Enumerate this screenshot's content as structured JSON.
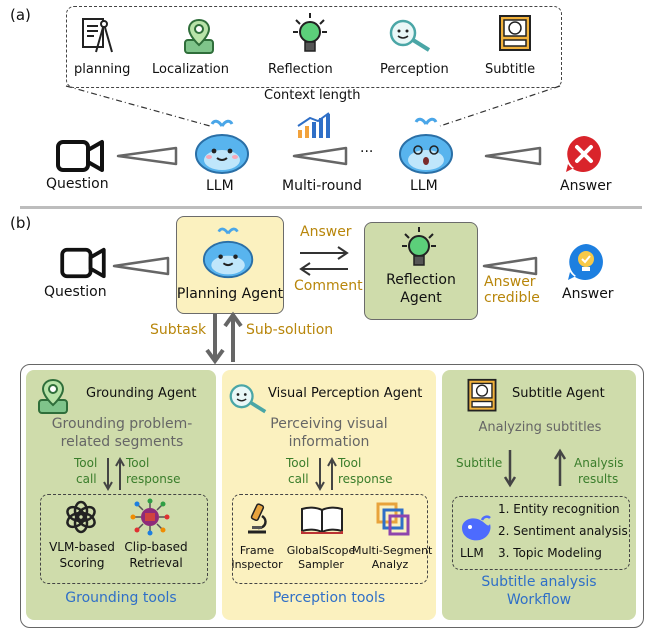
{
  "panel_a": {
    "label": "(a)",
    "tools": [
      "planning",
      "Localization",
      "Reflection",
      "Perception",
      "Subtitle"
    ],
    "context_length": "Context length",
    "question": "Question",
    "llm1": "LLM",
    "multi_round": "Multi-round",
    "ellipsis": "...",
    "llm2": "LLM",
    "answer": "Answer"
  },
  "panel_b": {
    "label": "(b)",
    "question": "Question",
    "planning_agent": "Planning Agent",
    "answer_edge": "Answer",
    "comment_edge": "Comment",
    "reflection_agent_line1": "Reflection",
    "reflection_agent_line2": "Agent",
    "answer_credible_line1": "Answer",
    "answer_credible_line2": "credible",
    "answer": "Answer",
    "subtask": "Subtask",
    "sub_solution": "Sub-solution",
    "grounding": {
      "title": "Grounding Agent",
      "desc_line1": "Grounding problem-",
      "desc_line2": "related segments",
      "tool_call_1": "Tool",
      "tool_call_2": "call",
      "tool_resp_1": "Tool",
      "tool_resp_2": "response",
      "tool1_line1": "VLM-based",
      "tool1_line2": "Scoring",
      "tool2_line1": "Clip-based",
      "tool2_line2": "Retrieval",
      "footer": "Grounding tools"
    },
    "perception": {
      "title": "Visual Perception Agent",
      "desc_line1": "Perceiving visual",
      "desc_line2": "information",
      "tool_call_1": "Tool",
      "tool_call_2": "call",
      "tool_resp_1": "Tool",
      "tool_resp_2": "response",
      "tool1_line1": "Frame",
      "tool1_line2": "Inspector",
      "tool2_line1": "GlobalScope",
      "tool2_line2": "Sampler",
      "tool3_line1": "Multi-Segment",
      "tool3_line2": "Analyz",
      "footer": "Perception tools"
    },
    "subtitle": {
      "title": "Subtitle Agent",
      "desc": "Analyzing subtitles",
      "subtitle_edge": "Subtitle",
      "analysis_1": "Analysis",
      "analysis_2": "results",
      "steps": [
        "1. Entity recognition",
        "2. Sentiment analysis",
        "3. Topic Modeling"
      ],
      "llm": "LLM",
      "footer_line1": "Subtitle analysis",
      "footer_line2": "Workflow"
    }
  },
  "colors": {
    "yellow_box": "#fbf1bf",
    "green_box": "#cfdcab",
    "edge_gold": "#b8860b",
    "edge_green": "#3a7d2b",
    "footer_blue": "#2f6fc7",
    "answer_red": "#d9242b",
    "answer_blue": "#1d7fe0",
    "whale_blue": "#4aa6e8"
  },
  "icons": [
    "document-compass-icon",
    "location-pin-icon",
    "lightbulb-icon",
    "magnifier-face-icon",
    "film-subtitle-icon",
    "camera-icon",
    "whale-icon",
    "trend-chart-icon",
    "cross-bubble-icon",
    "check-bulb-bubble-icon",
    "openai-logo-icon",
    "clip-network-icon",
    "microscope-icon",
    "book-icon",
    "overlap-squares-icon",
    "deepseek-whale-icon"
  ]
}
